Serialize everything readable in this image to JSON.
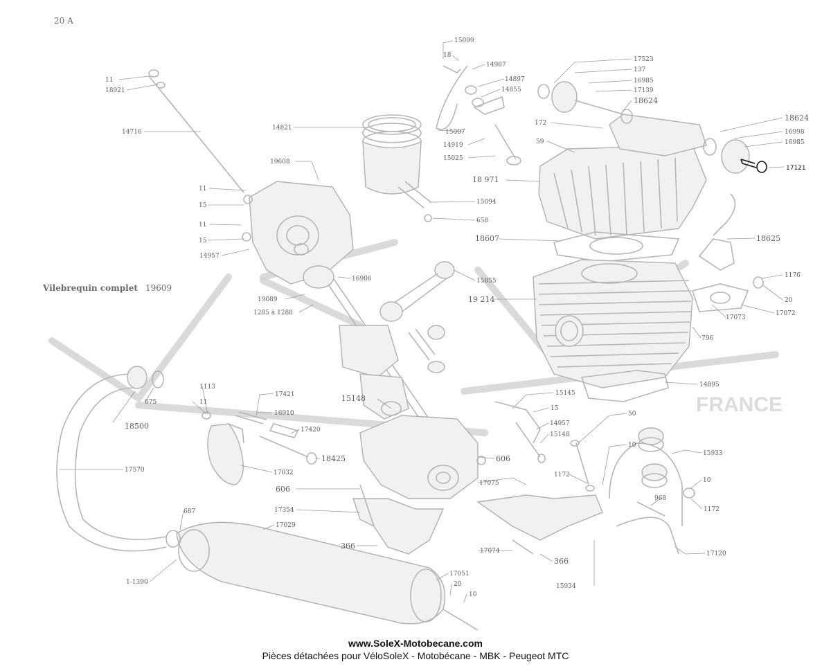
{
  "page_ref": "20 A",
  "crankshaft_label": "Vilebrequin complet",
  "crankshaft_ref": "19609",
  "watermark": "FRANCE",
  "footer": {
    "url": "www.SoleX-Motobecane.com",
    "subtitle": "Pièces détachées pour VéloSoleX - Motobécane - MBK - Peugeot MTC"
  },
  "labels": [
    {
      "id": "l15099",
      "text": "15099"
    },
    {
      "id": "l18",
      "text": "18"
    },
    {
      "id": "l14987",
      "text": "14987"
    },
    {
      "id": "l14897",
      "text": "14897"
    },
    {
      "id": "l14855",
      "text": "14855"
    },
    {
      "id": "l15007",
      "text": "15007"
    },
    {
      "id": "l14919",
      "text": "14919"
    },
    {
      "id": "l15025",
      "text": "15025"
    },
    {
      "id": "l17523",
      "text": "17523"
    },
    {
      "id": "l137",
      "text": "137"
    },
    {
      "id": "l16985a",
      "text": "16985"
    },
    {
      "id": "l17139",
      "text": "17139"
    },
    {
      "id": "l18624a",
      "text": "18624"
    },
    {
      "id": "l172a",
      "text": "172"
    },
    {
      "id": "l18624b",
      "text": "18624"
    },
    {
      "id": "l16998",
      "text": "16998"
    },
    {
      "id": "l16985b",
      "text": "16985"
    },
    {
      "id": "l59",
      "text": "59"
    },
    {
      "id": "l17121",
      "text": "17121"
    },
    {
      "id": "l18971",
      "text": "18 971"
    },
    {
      "id": "l11a",
      "text": "11"
    },
    {
      "id": "l18921",
      "text": "18921"
    },
    {
      "id": "l14716",
      "text": "14716"
    },
    {
      "id": "l14821",
      "text": "14821"
    },
    {
      "id": "l19608",
      "text": "19608"
    },
    {
      "id": "l11b",
      "text": "11"
    },
    {
      "id": "l15a",
      "text": "15"
    },
    {
      "id": "l11c",
      "text": "11"
    },
    {
      "id": "l15b",
      "text": "15"
    },
    {
      "id": "l14957a",
      "text": "14957"
    },
    {
      "id": "l15094",
      "text": "15094"
    },
    {
      "id": "l658",
      "text": "658"
    },
    {
      "id": "l18607",
      "text": "18607"
    },
    {
      "id": "l18625",
      "text": "18625"
    },
    {
      "id": "l16906",
      "text": "16906"
    },
    {
      "id": "l15855",
      "text": "15855"
    },
    {
      "id": "l1176",
      "text": "1176"
    },
    {
      "id": "l19089",
      "text": "19089"
    },
    {
      "id": "l1285",
      "text": "1285 à 1288"
    },
    {
      "id": "l19214",
      "text": "19 214"
    },
    {
      "id": "l20a",
      "text": "20"
    },
    {
      "id": "l17073",
      "text": "17073"
    },
    {
      "id": "l17072",
      "text": "17072"
    },
    {
      "id": "l796",
      "text": "796"
    },
    {
      "id": "l675",
      "text": "675"
    },
    {
      "id": "l14895",
      "text": "14895"
    },
    {
      "id": "l1113",
      "text": "1113"
    },
    {
      "id": "l17421",
      "text": "17421"
    },
    {
      "id": "l11d",
      "text": "11"
    },
    {
      "id": "l16910",
      "text": "16910"
    },
    {
      "id": "l15148a",
      "text": "15148"
    },
    {
      "id": "l15145",
      "text": "15145"
    },
    {
      "id": "l15c",
      "text": "15"
    },
    {
      "id": "l18500",
      "text": "18500"
    },
    {
      "id": "l17420",
      "text": "17420"
    },
    {
      "id": "l14957b",
      "text": "14957"
    },
    {
      "id": "l15148b",
      "text": "15148"
    },
    {
      "id": "l50",
      "text": "50"
    },
    {
      "id": "l18425",
      "text": "18425"
    },
    {
      "id": "l606a",
      "text": "606"
    },
    {
      "id": "l10a",
      "text": "10"
    },
    {
      "id": "l15933",
      "text": "15933"
    },
    {
      "id": "l17570",
      "text": "17570"
    },
    {
      "id": "l17032",
      "text": "17032"
    },
    {
      "id": "l1172a",
      "text": "1172"
    },
    {
      "id": "l10b",
      "text": "10"
    },
    {
      "id": "l606b",
      "text": "606"
    },
    {
      "id": "l17075",
      "text": "17075"
    },
    {
      "id": "l968",
      "text": "968"
    },
    {
      "id": "l1172b",
      "text": "1172"
    },
    {
      "id": "l17354",
      "text": "17354"
    },
    {
      "id": "l687",
      "text": "687"
    },
    {
      "id": "l17029",
      "text": "17029"
    },
    {
      "id": "l366a",
      "text": "366"
    },
    {
      "id": "l17074",
      "text": "17074"
    },
    {
      "id": "l366b",
      "text": "366"
    },
    {
      "id": "l17120",
      "text": "17120"
    },
    {
      "id": "l11390",
      "text": "1-1390"
    },
    {
      "id": "l17051",
      "text": "17051"
    },
    {
      "id": "l15934",
      "text": "15934"
    },
    {
      "id": "l20b",
      "text": "20"
    },
    {
      "id": "l10c",
      "text": "10"
    }
  ]
}
